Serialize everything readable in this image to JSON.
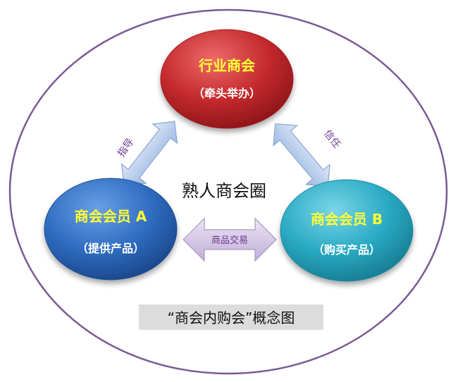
{
  "outer_circle": {
    "color": "#7a5a93"
  },
  "nodes": {
    "top": {
      "title": "行业商会",
      "subtitle": "（牵头举办）",
      "title_color": "#ffff33",
      "color": "#c0282b"
    },
    "left": {
      "title": "商会会员 A",
      "subtitle": "（提供产品）",
      "title_color": "#ffff33",
      "color": "#2f6cc0"
    },
    "right": {
      "title": "商会会员 B",
      "subtitle": "（购买产品）",
      "title_color": "#ffff33",
      "color": "#2aaac4"
    }
  },
  "center_label": "熟人商会圈",
  "arrows": {
    "top_left": {
      "label": "指导",
      "color": "#b7cdeb"
    },
    "top_right": {
      "label": "信任",
      "color": "#b7cdeb"
    },
    "bottom": {
      "label": "商品交易",
      "color": "#d5c8e4"
    }
  },
  "caption": {
    "text": "“商会内购会”概念图",
    "background": "#dcdcdc"
  }
}
